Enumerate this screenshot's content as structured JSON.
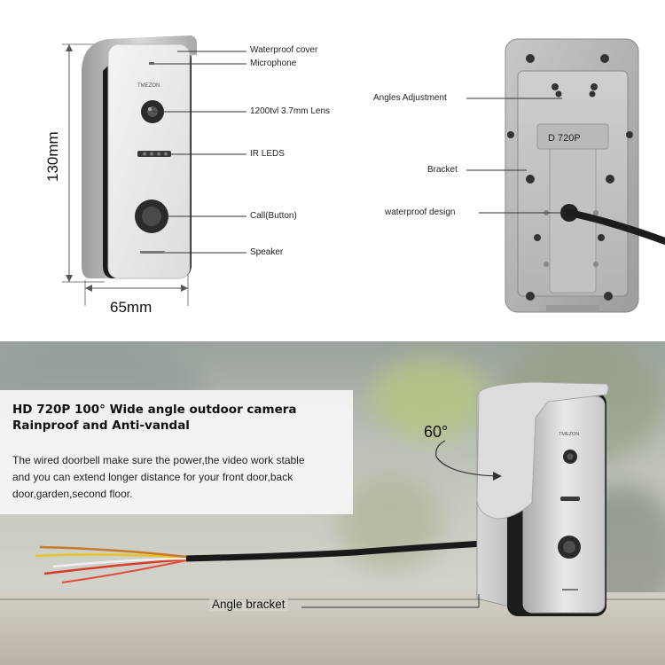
{
  "diagram": {
    "dimensions": {
      "height": "130mm",
      "width": "65mm"
    },
    "front_callouts": [
      "Waterproof cover",
      "Microphone",
      "1200tvl 3.7mm Lens",
      "IR LEDS",
      "Call(Button)",
      "Speaker"
    ],
    "back_callouts": [
      "Angles Adjustment",
      "Bracket",
      "waterproof design"
    ],
    "brand_mark": "TMEZON",
    "back_label": "D 720P"
  },
  "banner": {
    "headline_1": "HD 720P 100° Wide angle outdoor camera",
    "headline_2": "Rainproof and Anti-vandal",
    "body_1": "The wired doorbell make sure the power,the video work stable",
    "body_2": "and you can extend longer distance for your front door,back",
    "body_3": "door,garden,second floor.",
    "angle": "60°",
    "bracket_label": "Angle bracket"
  }
}
